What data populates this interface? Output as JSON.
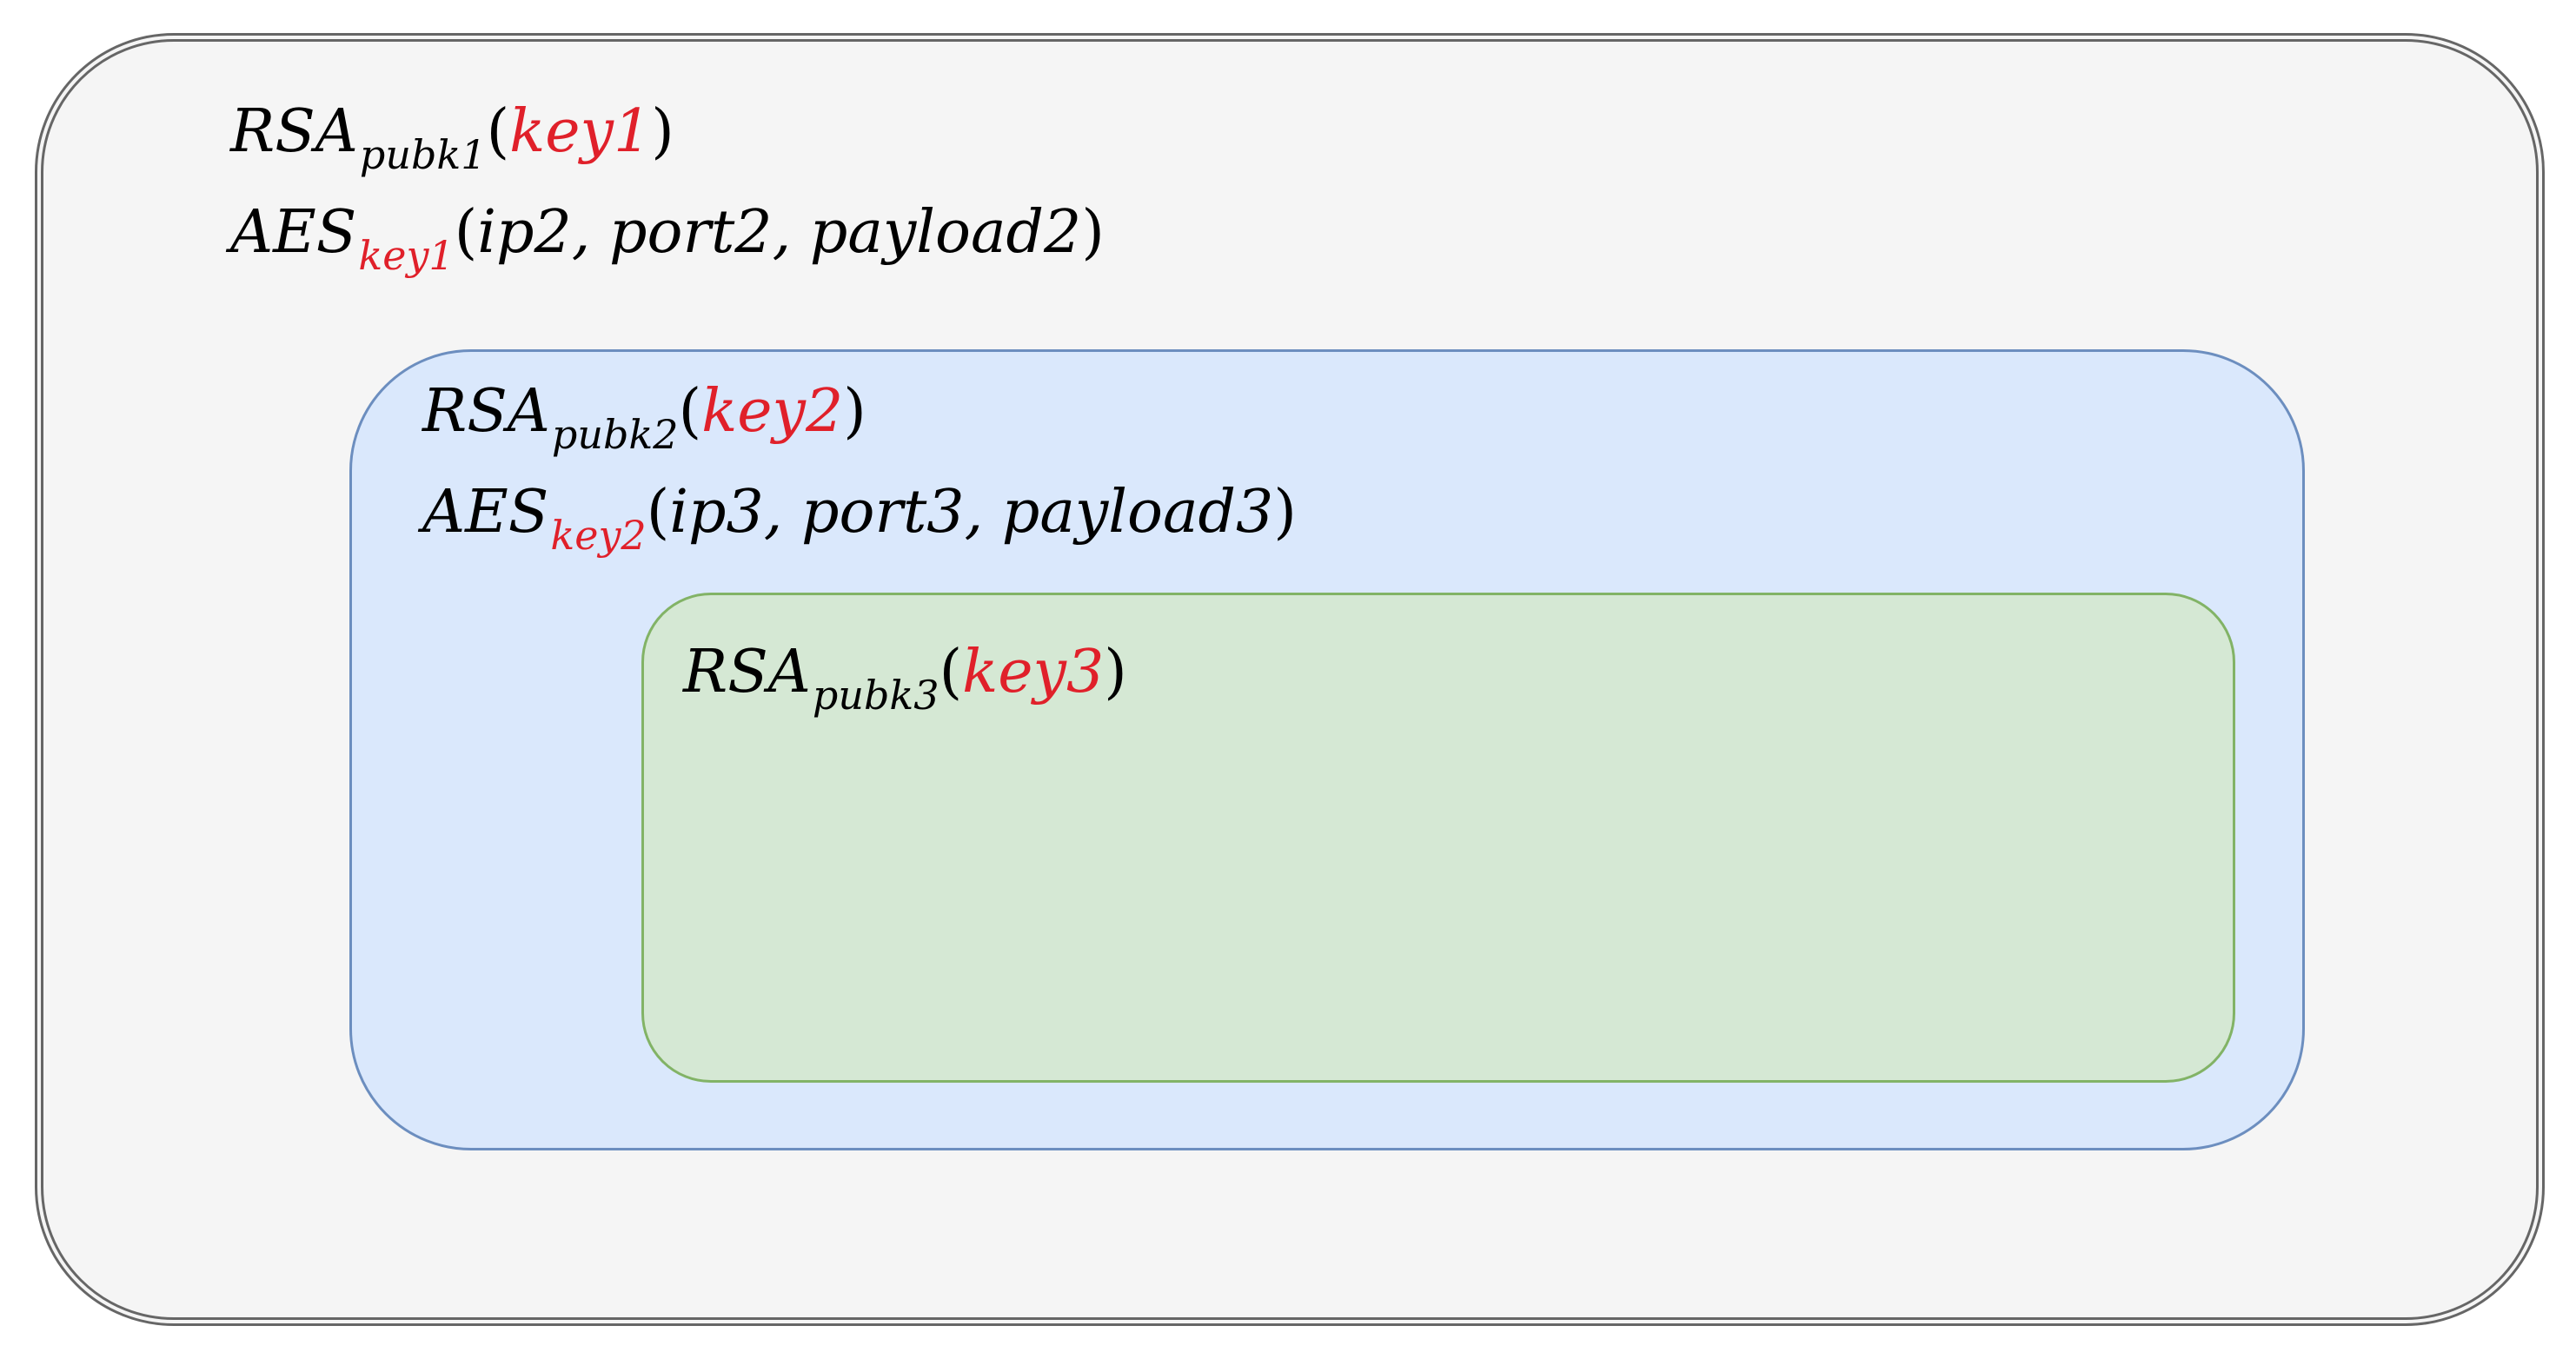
{
  "outer_box": {
    "rsa": {
      "func": "RSA",
      "sub": "pubk1",
      "open": "(",
      "arg": "key1",
      "close": ")"
    },
    "aes": {
      "func": "AES",
      "sub": "key1",
      "open": "(",
      "arg": "ip2, port2, payload2",
      "close": ")"
    }
  },
  "middle_box": {
    "rsa": {
      "func": "RSA",
      "sub": "pubk2",
      "open": "(",
      "arg": "key2",
      "close": ")"
    },
    "aes": {
      "func": "AES",
      "sub": "key2",
      "open": "(",
      "arg": "ip3, port3, payload3",
      "close": ")"
    }
  },
  "inner_box": {
    "rsa": {
      "func": "RSA",
      "sub": "pubk3",
      "open": "(",
      "arg": "key3",
      "close": ")"
    }
  },
  "colors": {
    "outer_fill": "#f5f5f5",
    "outer_border": "#666666",
    "middle_fill": "#dae8fc",
    "middle_border": "#6c8ebf",
    "inner_fill": "#d5e8d4",
    "inner_border": "#82b366",
    "key_highlight": "#e0202a"
  }
}
